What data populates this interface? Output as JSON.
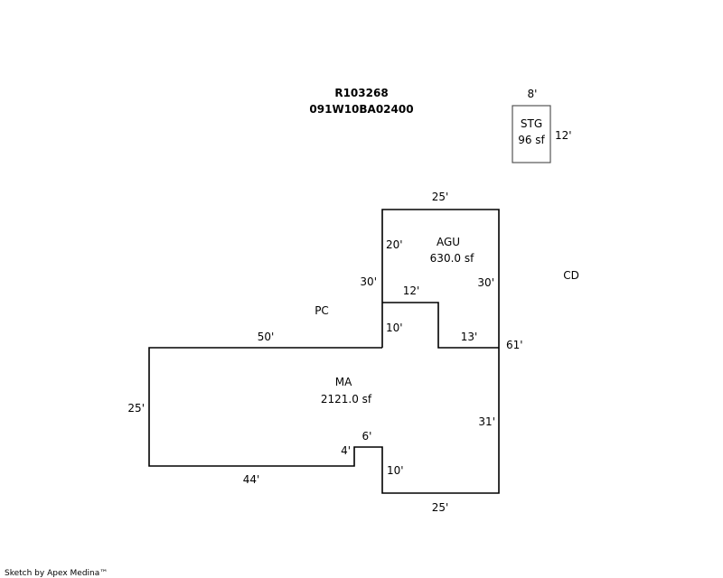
{
  "header": {
    "account": "R103268",
    "map_number": "091W10BA02400"
  },
  "areas": {
    "stg": {
      "name": "STG",
      "size": "96 sf"
    },
    "agu": {
      "name": "AGU",
      "size": "630.0 sf"
    },
    "ma": {
      "name": "MA",
      "size": "2121.0 sf"
    },
    "pc": {
      "name": "PC"
    },
    "cd": {
      "name": "CD"
    }
  },
  "dimensions": {
    "stg_top": "8'",
    "stg_right": "12'",
    "agu_top": "25'",
    "agu_left_upper": "20'",
    "agu_left": "30'",
    "agu_right": "30'",
    "notch_top": "12'",
    "notch_left": "10'",
    "notch_bottom": "13'",
    "right_total": "61'",
    "ma_top": "50'",
    "ma_left": "25'",
    "ma_right": "31'",
    "ma_bottom_left": "44'",
    "step_up": "4'",
    "step_top": "6'",
    "step_down": "10'",
    "ma_bottom_right": "25'"
  },
  "footer": {
    "credit": "Sketch by Apex Medina™"
  },
  "colors": {
    "line": "#000000",
    "stg_line": "#555555",
    "background": "#ffffff"
  }
}
